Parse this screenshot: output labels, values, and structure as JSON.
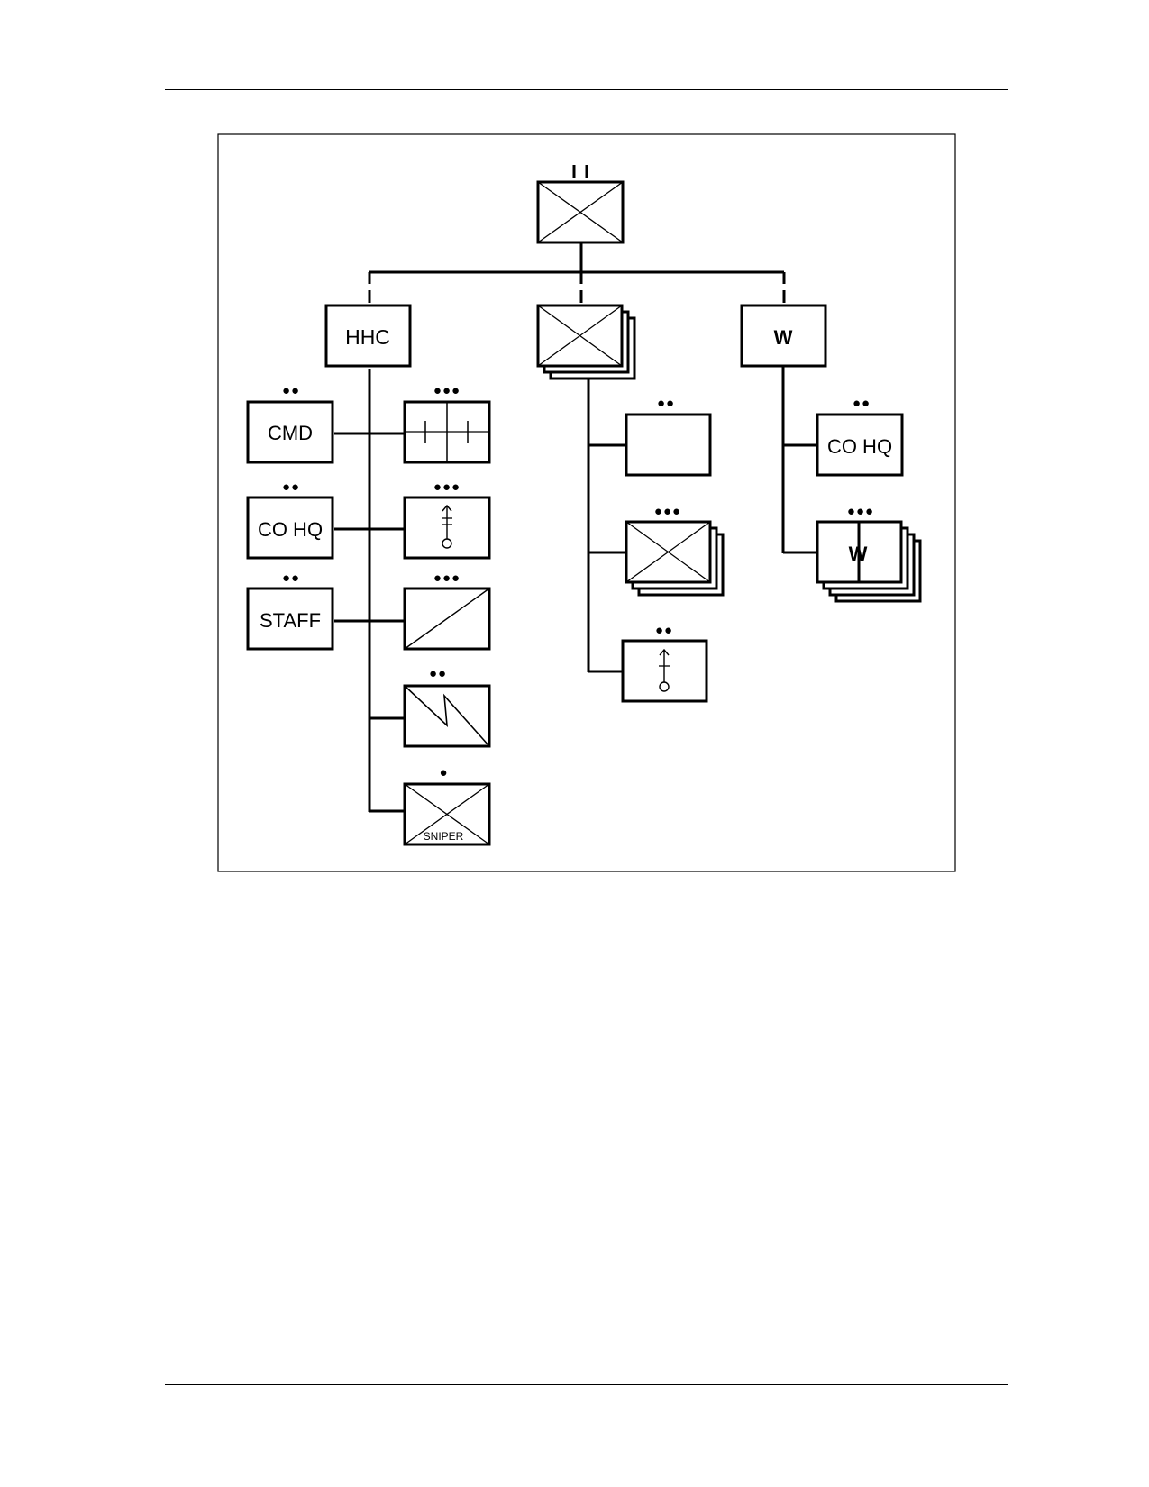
{
  "diagram": {
    "labels": {
      "hhc": "HHC",
      "cmd": "CMD",
      "co_hq_left": "CO HQ",
      "staff": "STAFF",
      "sniper": "SNIPER",
      "w_top": "W",
      "co_hq_right": "CO HQ",
      "w_stack": "W"
    },
    "echelon_marks": {
      "battalion": "II",
      "platoon": "●●●",
      "section": "●●",
      "squad": "●"
    },
    "colors": {
      "line": "#000000",
      "fill": "#ffffff"
    }
  }
}
